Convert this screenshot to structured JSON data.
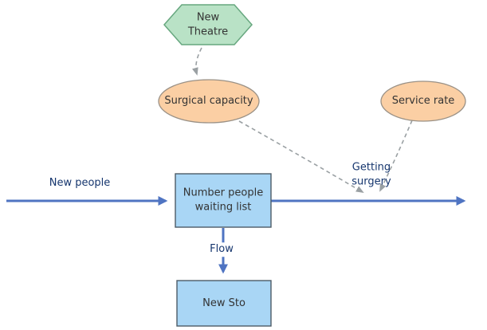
{
  "diagram": {
    "nodes": {
      "new_theatre": {
        "label": "New\nTheatre"
      },
      "surgical_capacity": {
        "label": "Surgical capacity"
      },
      "service_rate": {
        "label": "Service rate"
      },
      "waiting_list": {
        "label": "Number people\nwaiting list"
      },
      "new_sto": {
        "label": "New Sto"
      }
    },
    "flow_labels": {
      "new_people": "New people",
      "getting_surgery": "Getting\nsurgery",
      "flow": "Flow"
    },
    "colors": {
      "hexagon_fill": "#b9e2c6",
      "hexagon_border": "#67a77f",
      "ellipse_fill": "#fbcfa4",
      "ellipse_border": "#9a9186",
      "stock_fill": "#a9d6f5",
      "stock_border": "#4d5b66",
      "flow_line": "#4f74c2",
      "label_text": "#16366e",
      "connector": "#9aa0a3"
    }
  }
}
